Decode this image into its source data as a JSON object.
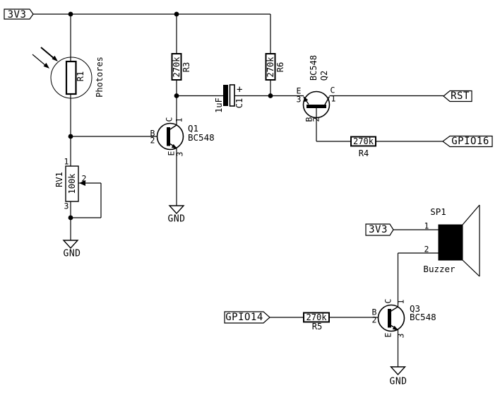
{
  "power": {
    "v33": "3V3",
    "gnd": "GND"
  },
  "labels": {
    "rst": "RST",
    "gpio16": "GPIO16",
    "gpio14": "GPIO14"
  },
  "pins": {
    "collector": "C",
    "base": "B",
    "emitter": "E",
    "n1": "1",
    "n2": "2",
    "n3": "3"
  },
  "components": {
    "r1": {
      "ref": "R1",
      "value": "Photores"
    },
    "r3": {
      "ref": "R3",
      "value": "270k"
    },
    "r4": {
      "ref": "R4",
      "value": "270k"
    },
    "r5": {
      "ref": "R5",
      "value": "270k"
    },
    "r6": {
      "ref": "R6",
      "value": "270k"
    },
    "rv1": {
      "ref": "RV1",
      "value": "100k"
    },
    "c1": {
      "ref": "C1",
      "value": "1uF",
      "plus": "+"
    },
    "q1": {
      "ref": "Q1",
      "value": "BC548"
    },
    "q2": {
      "ref": "Q2",
      "value": "BC548"
    },
    "q3": {
      "ref": "Q3",
      "value": "BC548"
    },
    "sp1": {
      "ref": "SP1",
      "value": "Buzzer"
    }
  },
  "line_color": "#000000",
  "background_color": "#ffffff"
}
